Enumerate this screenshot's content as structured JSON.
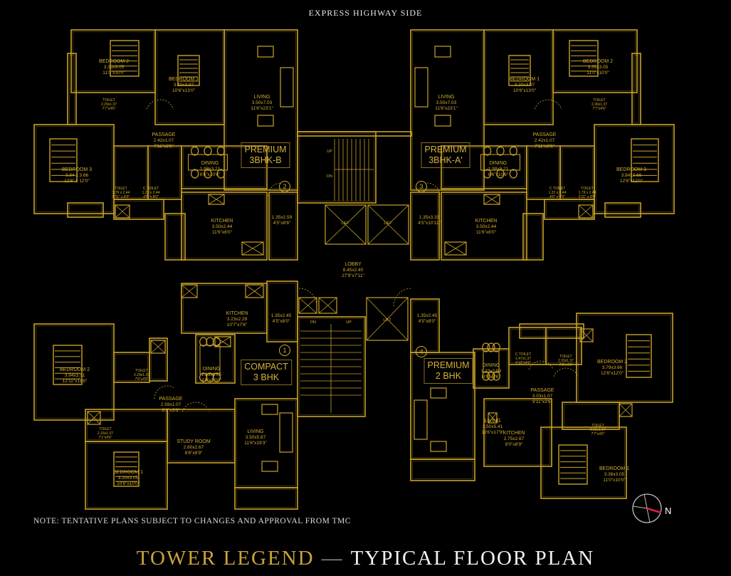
{
  "header": {
    "road_side": "EXPRESS HIGHWAY SIDE"
  },
  "note": "NOTE: TENTATIVE PLANS SUBJECT TO CHANGES AND APPROVAL FROM TMC",
  "title": {
    "part1": "TOWER LEGEND",
    "dash": "—",
    "part2": "TYPICAL FLOOR PLAN"
  },
  "compass": {
    "label": "N"
  },
  "colors": {
    "background": "#000000",
    "linework": "#c9a227",
    "compass_needle": "#e0204a"
  },
  "core": {
    "lobby": {
      "name": "LOBBY",
      "metric": "8.45x2.40",
      "imperial": "27'9\"x7'11\""
    },
    "lift_label": "LIFT",
    "stair_up": "UP",
    "stair_dn": "DN"
  },
  "units": [
    {
      "type_line1": "PREMIUM",
      "type_line2": "3BHK-B",
      "number": "2",
      "rooms": [
        {
          "name": "BEDROOM 2",
          "metric": "3.35x3.05",
          "imperial": "11'0\"x10'0\""
        },
        {
          "name": "BEDROOM 1",
          "metric": "3.20x3.97",
          "imperial": "10'6\"x13'0\""
        },
        {
          "name": "LIVING",
          "metric": "3.50x7.03",
          "imperial": "11'6\"x23'1\""
        },
        {
          "name": "TOILET",
          "metric": "2.29x1.37",
          "imperial": "7'7\"x4'6\""
        },
        {
          "name": "PASSAGE",
          "metric": "2.42x1.07",
          "imperial": "7'11\"x3'6\""
        },
        {
          "name": "BEDROOM 3",
          "metric": "3.84 x 3.66",
          "imperial": "12'6\" x 12'0\""
        },
        {
          "name": "DINING",
          "metric": "1.98x3.21",
          "imperial": "6'6\"x10'6\""
        },
        {
          "name": "TOILET",
          "metric": "1.79 x 2.44",
          "imperial": "5'11\" x 8'0\""
        },
        {
          "name": "C.TOILET",
          "metric": "1.22 x 2.44",
          "imperial": "4'0\" x 8'0\""
        },
        {
          "name": "KITCHEN",
          "metric": "3.50x2.44",
          "imperial": "11'6\"x8'0\""
        },
        {
          "name": "",
          "metric": "1.35x2.59",
          "imperial": "4'5\"x8'6\""
        }
      ]
    },
    {
      "type_line1": "PREMIUM",
      "type_line2": "3BHK-A'",
      "number": "3",
      "rooms": [
        {
          "name": "BEDROOM 1",
          "metric": "3.20x3.97",
          "imperial": "10'6\"x13'0\""
        },
        {
          "name": "BEDROOM 2",
          "metric": "3.35x3.05",
          "imperial": "11'0\"x10'0\""
        },
        {
          "name": "LIVING",
          "metric": "3.50x7.03",
          "imperial": "11'6\"x23'1\""
        },
        {
          "name": "TOILET",
          "metric": "2.30x1.37",
          "imperial": "7'7\"x4'6\""
        },
        {
          "name": "PASSAGE",
          "metric": "2.42x1.07",
          "imperial": "7'11\"x3'6\""
        },
        {
          "name": "BEDROOM 3",
          "metric": "3.84x3.66",
          "imperial": "12'6\"x12'0\""
        },
        {
          "name": "DINING",
          "metric": "1.98x3.21",
          "imperial": "6'6\"x10'6\""
        },
        {
          "name": "C.TOILET",
          "metric": "1.22 x 2.44",
          "imperial": "4'0\" x 8'0\""
        },
        {
          "name": "TOILET",
          "metric": "1.79 x 2.44",
          "imperial": "5'11\" x 8'0\""
        },
        {
          "name": "KITCHEN",
          "metric": "3.50x2.44",
          "imperial": "11'6\"x8'0\""
        },
        {
          "name": "",
          "metric": "1.35x3.33",
          "imperial": "4'5\"x10'11\""
        }
      ]
    },
    {
      "type_line1": "COMPACT",
      "type_line2": "3 BHK",
      "number": "1",
      "rooms": [
        {
          "name": "KITCHEN",
          "metric": "3.23x2.29",
          "imperial": "10'7\"x7'6\""
        },
        {
          "name": "DINING",
          "metric": "1.23x3.05",
          "imperial": "4'0\"x10'0\""
        },
        {
          "name": "BEDROOM 2",
          "metric": "3.94x3.51",
          "imperial": "12'11\"x11'6\""
        },
        {
          "name": "TOILET",
          "metric": "2.29x1.37",
          "imperial": "7'6\"x4'6\""
        },
        {
          "name": "PASSAGE",
          "metric": "2.59x1.07",
          "imperial": "8'6\"x3'6\""
        },
        {
          "name": "STUDY ROOM",
          "metric": "2.60x2.67",
          "imperial": "8'6\"x8'9\""
        },
        {
          "name": "LIVING",
          "metric": "3.50x5.87",
          "imperial": "11'6\"x19'3\""
        },
        {
          "name": "BEDROOM 1",
          "metric": "3.20x3.05",
          "imperial": "10'6\"x10'0\""
        },
        {
          "name": "TOILET",
          "metric": "2.16x1.37",
          "imperial": "7'1\"x4'6\""
        },
        {
          "name": "",
          "metric": "1.35x2.45",
          "imperial": "4'5\"x8'0\""
        }
      ]
    },
    {
      "type_line1": "PREMIUM",
      "type_line2": "2 BHK",
      "number": "4",
      "rooms": [
        {
          "name": "DINING",
          "metric": "1.23x2.59",
          "imperial": "4'0\"x8'6\""
        },
        {
          "name": "C.TOILET",
          "metric": "1.47x1.37",
          "imperial": "4'10\"x4'6\""
        },
        {
          "name": "TOILET",
          "metric": "2.33x1.37",
          "imperial": "7'8\"x4'6\""
        },
        {
          "name": "BEDROOM 2",
          "metric": "3.79x3.66",
          "imperial": "12'6\"x12'0\""
        },
        {
          "name": "PASSAGE",
          "metric": "3.03x1.07",
          "imperial": "9'11\"x3'6\""
        },
        {
          "name": "LIVING",
          "metric": "3.50x5.41",
          "imperial": "11'6\"x17'9\""
        },
        {
          "name": "KITCHEN",
          "metric": "2.75x2.67",
          "imperial": "9'0\"x8'9\""
        },
        {
          "name": "TOILET",
          "metric": "2.33x1.37",
          "imperial": "7'7\"x4'6\""
        },
        {
          "name": "BEDROOM 1",
          "metric": "3.36x3.05",
          "imperial": "11'0\"x10'0\""
        },
        {
          "name": "",
          "metric": "1.35x2.45",
          "imperial": "4'5\"x8'0\""
        }
      ]
    }
  ]
}
